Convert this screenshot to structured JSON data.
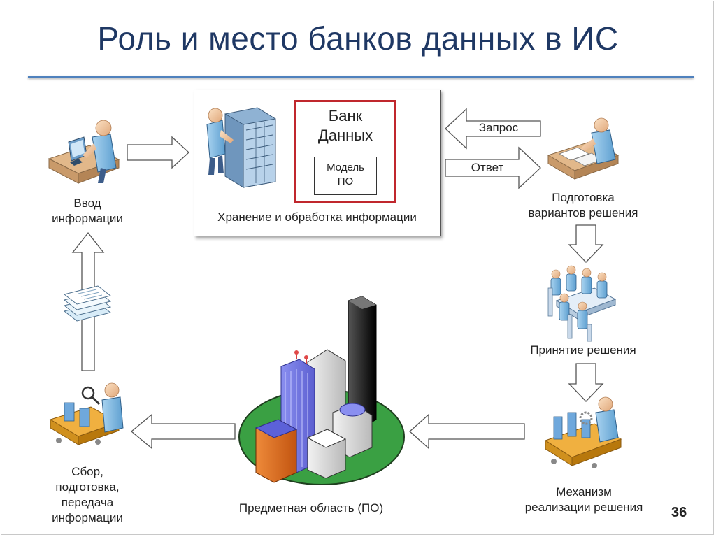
{
  "slide": {
    "title": "Роль и место банков данных в ИС",
    "page_number": "36"
  },
  "center": {
    "bank_label": "Банк\nДанных",
    "model_label": "Модель\nПО",
    "storage_label": "Хранение и обработка информации"
  },
  "arrows": {
    "request_label": "Запрос",
    "response_label": "Ответ"
  },
  "nodes": {
    "input_label": "Ввод\nинформации",
    "prepare_label": "Подготовка\nвариантов решения",
    "decision_label": "Принятие решения",
    "implementation_label": "Механизм\nреализации решения",
    "domain_label": "Предметная область (ПО)",
    "collection_label": "Сбор,\nподготовка,\nпередача\nинформации"
  },
  "colors": {
    "title": "#1f3864",
    "rule": "#4f81bd",
    "bank_border": "#c0272d",
    "ground": "#3aa043"
  }
}
